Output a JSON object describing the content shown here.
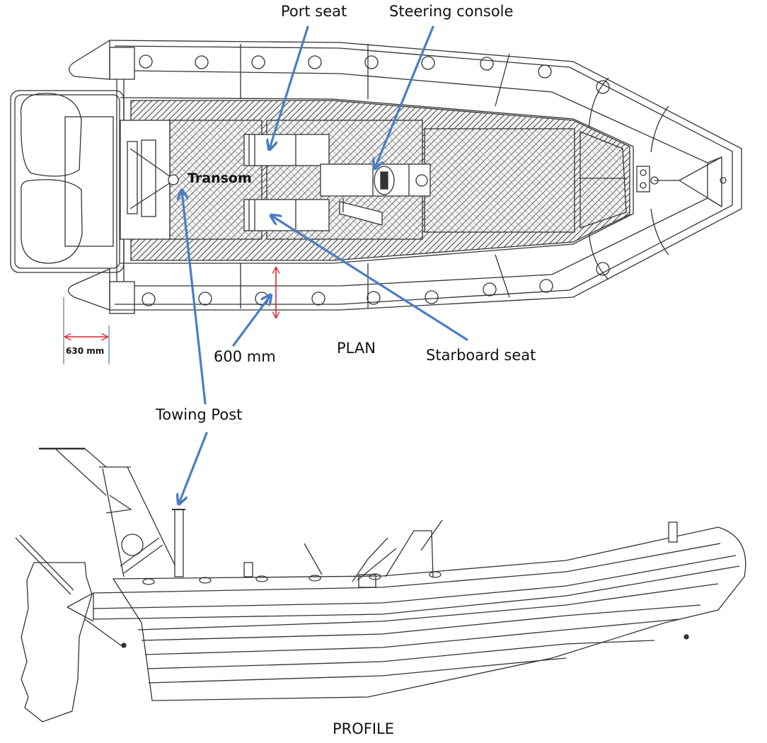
{
  "figure": {
    "views": {
      "plan": "PLAN",
      "profile": "PROFILE"
    },
    "labels": {
      "port_seat": "Port seat",
      "steering_console": "Steering console",
      "transom": "Transom",
      "starboard_seat": "Starboard seat",
      "towing_post": "Towing Post",
      "tube_width": "600 mm",
      "stern_overhang": "630 mm"
    },
    "colors": {
      "callout_arrow": "#4a7ec3",
      "dimension_line": "#e0242a",
      "drawing_line": "#333333",
      "hatch": "#555555",
      "background": "#ffffff"
    }
  }
}
